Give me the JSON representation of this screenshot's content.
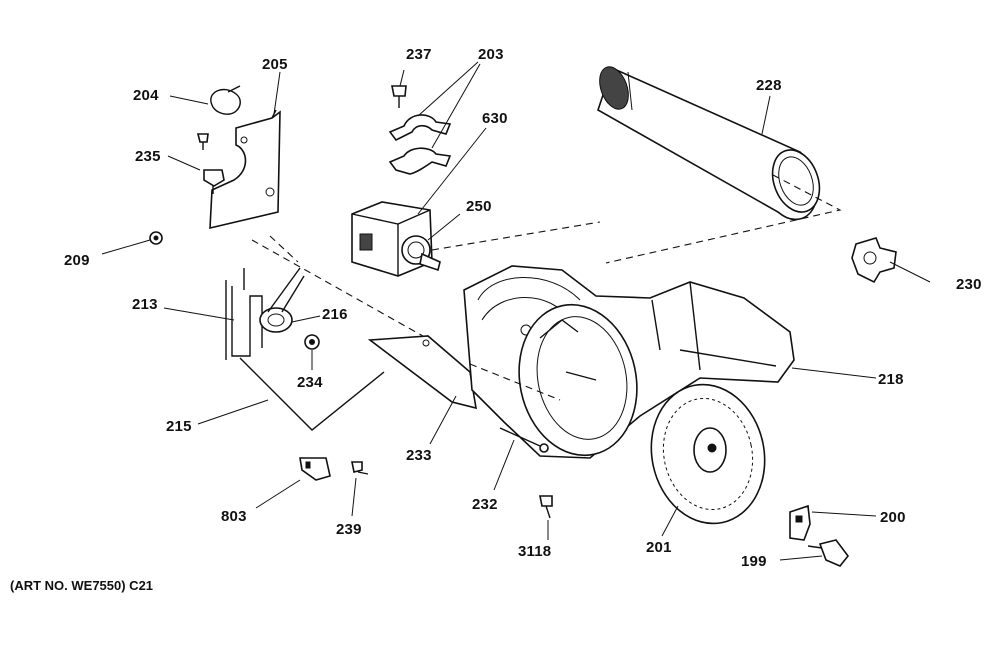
{
  "labels": {
    "p199": "199",
    "p200": "200",
    "p201": "201",
    "p203": "203",
    "p204": "204",
    "p205": "205",
    "p209": "209",
    "p213": "213",
    "p215": "215",
    "p216": "216",
    "p218": "218",
    "p228": "228",
    "p230": "230",
    "p232": "232",
    "p233": "233",
    "p234": "234",
    "p235": "235",
    "p237": "237",
    "p239": "239",
    "p250": "250",
    "p630": "630",
    "p803": "803",
    "p3118": "3118"
  },
  "art_number": "(ART NO. WE7550) C21"
}
